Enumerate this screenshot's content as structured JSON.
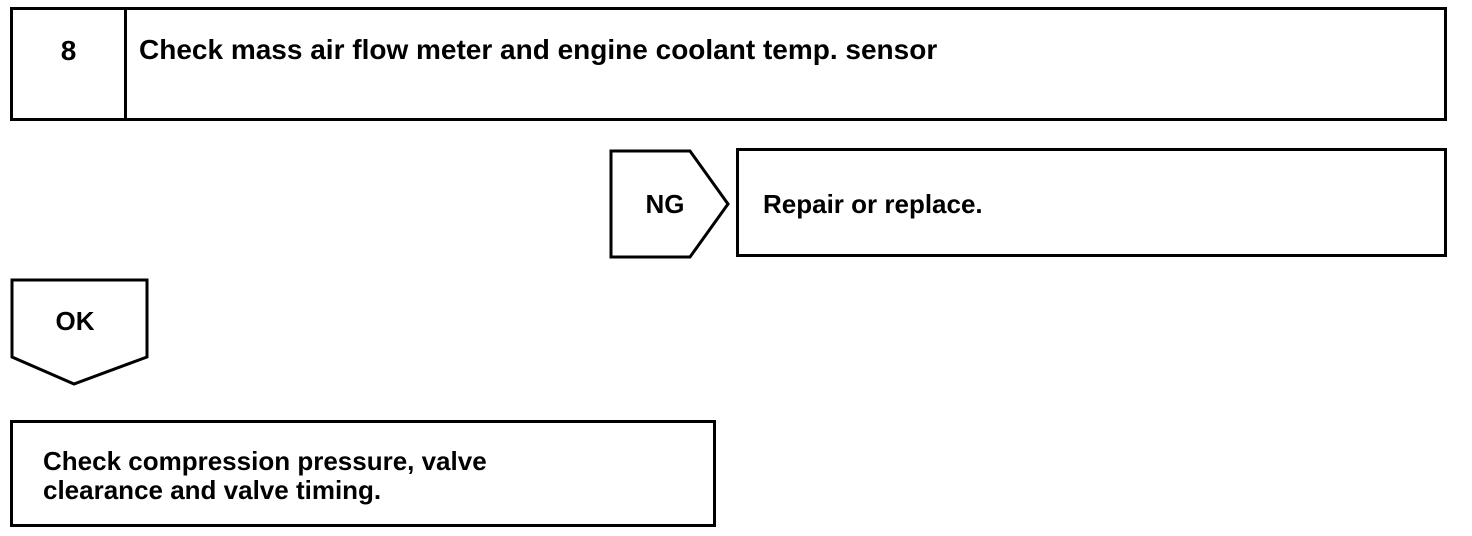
{
  "step": {
    "number": "8",
    "title": "Check mass air flow meter and engine coolant temp. sensor"
  },
  "ng_branch": {
    "label": "NG",
    "result": "Repair or replace."
  },
  "ok_branch": {
    "label": "OK",
    "result_line1": "Check compression pressure, valve",
    "result_line2": "clearance and valve timing."
  }
}
